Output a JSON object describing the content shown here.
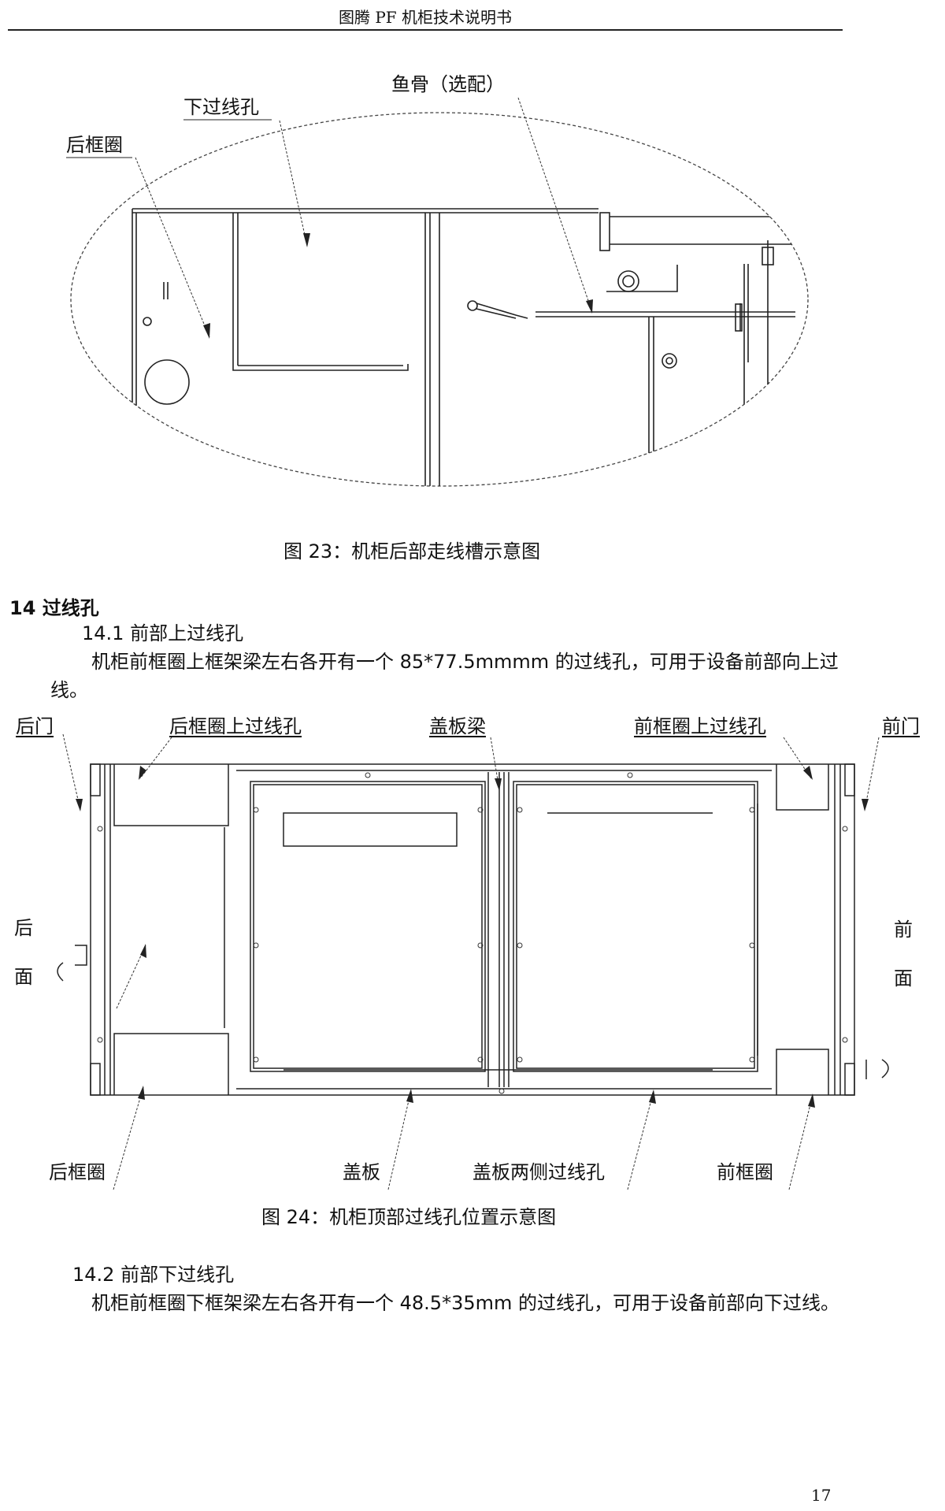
{
  "header": {
    "title": "图腾 PF 机柜技术说明书"
  },
  "figure23": {
    "labels": {
      "fishbone": "鱼骨（选配）",
      "lower_hole": "下过线孔",
      "rear_frame": "后框圈"
    },
    "caption": "图 23：机柜后部走线槽示意图"
  },
  "section14": {
    "title": "14  过线孔",
    "sub1_title": "14.1  前部上过线孔",
    "sub1_body": "机柜前框圈上框架梁左右各开有一个 85*77.5mmmm 的过线孔，可用于设备前部向上过线。"
  },
  "figure24": {
    "labels": {
      "rear_door": "后门",
      "rear_frame_top_hole": "后框圈上过线孔",
      "cover_beam": "盖板梁",
      "front_frame_top_hole": "前框圈上过线孔",
      "front_door": "前门",
      "rear_face_1": "后",
      "rear_face_2": "面",
      "front_face_1": "前",
      "front_face_2": "面",
      "rear_frame": "后框圈",
      "cover_plate": "盖板",
      "cover_side_holes": "盖板两侧过线孔",
      "front_frame": "前框圈"
    },
    "caption": "图 24：机柜顶部过线孔位置示意图"
  },
  "section14_2": {
    "title": "14.2  前部下过线孔",
    "body": "机柜前框圈下框架梁左右各开有一个 48.5*35mm 的过线孔，可用于设备前部向下过线。"
  },
  "page_number": "17"
}
